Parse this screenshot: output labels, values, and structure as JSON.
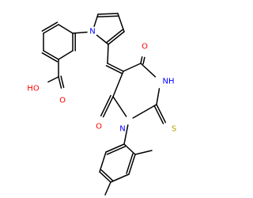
{
  "structure": {
    "atoms": {
      "pyrrole_n": {
        "text": "N",
        "color": "#0000ff"
      },
      "acid_o": {
        "text": "O",
        "color": "#ff0000"
      },
      "acid_oh": {
        "text": "HO",
        "color": "#ff0000"
      },
      "top_carbonyl_o": {
        "text": "O",
        "color": "#ff0000"
      },
      "bottom_carbonyl_o": {
        "text": "O",
        "color": "#ff0000"
      },
      "ring_nh": {
        "text": "NH",
        "color": "#0000ff"
      },
      "ring_n": {
        "text": "N",
        "color": "#0000ff"
      },
      "thione_s": {
        "text": "S",
        "color": "#b8a200"
      }
    },
    "bond_color": "#000000"
  }
}
